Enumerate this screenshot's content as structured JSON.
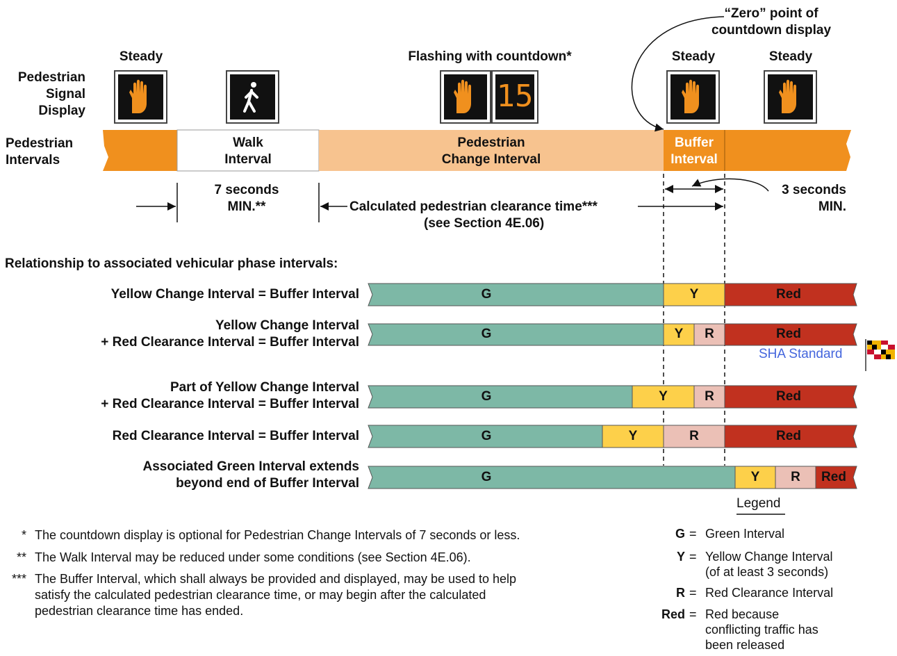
{
  "displays_heading": {
    "row1": "Pedestrian",
    "row2": "Signal",
    "row3": "Display"
  },
  "intervals_heading": {
    "row1": "Pedestrian",
    "row2": "Intervals"
  },
  "display_labels": {
    "steady1": "Steady",
    "flashing": "Flashing with countdown*",
    "steady2": "Steady",
    "steady3": "Steady"
  },
  "countdown_number": "15",
  "zero_point_note": {
    "line1": "“Zero” point of",
    "line2": "countdown display"
  },
  "interval_bar": {
    "walk_line1": "Walk",
    "walk_line2": "Interval",
    "change_line1": "Pedestrian",
    "change_line2": "Change Interval",
    "buffer_line1": "Buffer",
    "buffer_line2": "Interval"
  },
  "timing": {
    "walk_min_line1": "7 seconds",
    "walk_min_line2": "MIN.**",
    "clearance_line1": "Calculated pedestrian clearance time***",
    "clearance_line2": "(see Section 4E.06)",
    "buffer_min_line1": "3 seconds",
    "buffer_min_line2": "MIN."
  },
  "relationship_heading": "Relationship to associated vehicular phase intervals:",
  "rows": [
    {
      "label_line1": "Yellow Change Interval = Buffer Interval",
      "label_line2": ""
    },
    {
      "label_line1": "Yellow Change Interval",
      "label_line2": "+ Red Clearance Interval = Buffer Interval"
    },
    {
      "label_line1": "Part of Yellow Change Interval",
      "label_line2": "+ Red Clearance Interval = Buffer Interval"
    },
    {
      "label_line1": "Red Clearance Interval = Buffer Interval",
      "label_line2": ""
    },
    {
      "label_line1": "Associated Green Interval extends",
      "label_line2": "beyond end of Buffer Interval"
    }
  ],
  "segment_letters": {
    "g": "G",
    "y": "Y",
    "r": "R",
    "red": "Red"
  },
  "sha_standard": "SHA Standard",
  "footnotes": [
    {
      "mark": "*",
      "text": "The countdown display is optional for Pedestrian Change Intervals of 7 seconds or less."
    },
    {
      "mark": "**",
      "text": "The Walk Interval may be reduced under some conditions (see Section 4E.06)."
    },
    {
      "mark": "***",
      "line1": "The Buffer Interval, which shall always be provided and displayed, may be used to help",
      "line2": "satisfy the calculated pedestrian clearance time, or may begin after the calculated",
      "line3": "pedestrian clearance time has ended."
    }
  ],
  "legend": {
    "title": "Legend",
    "items": [
      {
        "key": "G",
        "eq": "=",
        "line1": "Green Interval"
      },
      {
        "key": "Y",
        "eq": "=",
        "line1": "Yellow Change Interval",
        "line2": "(of at least 3 seconds)"
      },
      {
        "key": "R",
        "eq": "=",
        "line1": "Red Clearance Interval"
      },
      {
        "key": "Red",
        "eq": "=",
        "line1": "Red because",
        "line2": "conflicting traffic has",
        "line3": "been released"
      }
    ]
  },
  "colors": {
    "orange": "#F0901E",
    "light_orange": "#F7C38F",
    "green": "#7DB8A6",
    "yellow": "#FDD04A",
    "pink": "#EBC0B6",
    "red": "#C1311F",
    "signal_bg": "#111111",
    "link_blue": "#4466DD"
  }
}
